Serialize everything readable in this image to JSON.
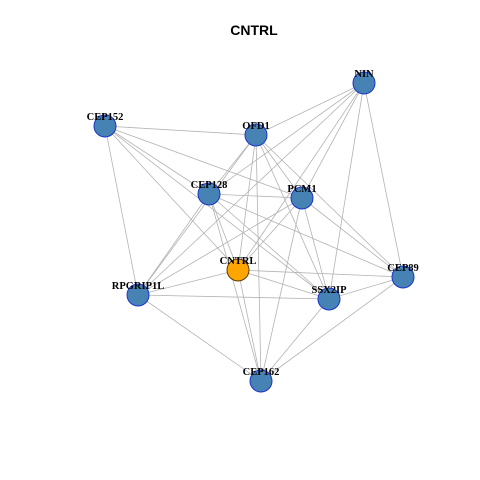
{
  "title": "CNTRL",
  "colors": {
    "hub_fill": "#FFA500",
    "hub_stroke": "#5a3a00",
    "node_fill": "#4682B4",
    "node_stroke": "#1a33cc",
    "edge": "#b3b3b3",
    "label": "#000000"
  },
  "nodes": [
    {
      "id": "NIN",
      "label": "NIN",
      "hub": false
    },
    {
      "id": "CEP152",
      "label": "CEP152",
      "hub": false
    },
    {
      "id": "OFD1",
      "label": "OFD1",
      "hub": false
    },
    {
      "id": "CEP128",
      "label": "CEP128",
      "hub": false
    },
    {
      "id": "PCM1",
      "label": "PCM1",
      "hub": false
    },
    {
      "id": "CNTRL",
      "label": "CNTRL",
      "hub": true
    },
    {
      "id": "CEP89",
      "label": "CEP89",
      "hub": false
    },
    {
      "id": "RPGRIP1L",
      "label": "RPGRIP1L",
      "hub": false
    },
    {
      "id": "SSX2IP",
      "label": "SSX2IP",
      "hub": false
    },
    {
      "id": "CEP162",
      "label": "CEP162",
      "hub": false
    }
  ],
  "edges": [
    [
      "NIN",
      "OFD1"
    ],
    [
      "NIN",
      "CEP128"
    ],
    [
      "NIN",
      "PCM1"
    ],
    [
      "NIN",
      "CNTRL"
    ],
    [
      "NIN",
      "SSX2IP"
    ],
    [
      "NIN",
      "RPGRIP1L"
    ],
    [
      "NIN",
      "CEP89"
    ],
    [
      "CEP152",
      "OFD1"
    ],
    [
      "CEP152",
      "CEP128"
    ],
    [
      "CEP152",
      "PCM1"
    ],
    [
      "CEP152",
      "CNTRL"
    ],
    [
      "CEP152",
      "RPGRIP1L"
    ],
    [
      "CEP152",
      "SSX2IP"
    ],
    [
      "OFD1",
      "CEP128"
    ],
    [
      "OFD1",
      "PCM1"
    ],
    [
      "OFD1",
      "CNTRL"
    ],
    [
      "OFD1",
      "RPGRIP1L"
    ],
    [
      "OFD1",
      "SSX2IP"
    ],
    [
      "OFD1",
      "CEP162"
    ],
    [
      "OFD1",
      "CEP89"
    ],
    [
      "CEP128",
      "PCM1"
    ],
    [
      "CEP128",
      "CNTRL"
    ],
    [
      "CEP128",
      "RPGRIP1L"
    ],
    [
      "CEP128",
      "SSX2IP"
    ],
    [
      "CEP128",
      "CEP162"
    ],
    [
      "CEP128",
      "CEP89"
    ],
    [
      "PCM1",
      "CNTRL"
    ],
    [
      "PCM1",
      "RPGRIP1L"
    ],
    [
      "PCM1",
      "SSX2IP"
    ],
    [
      "PCM1",
      "CEP162"
    ],
    [
      "PCM1",
      "CEP89"
    ],
    [
      "CNTRL",
      "RPGRIP1L"
    ],
    [
      "CNTRL",
      "SSX2IP"
    ],
    [
      "CNTRL",
      "CEP162"
    ],
    [
      "CNTRL",
      "CEP89"
    ],
    [
      "RPGRIP1L",
      "SSX2IP"
    ],
    [
      "RPGRIP1L",
      "CEP162"
    ],
    [
      "SSX2IP",
      "CEP89"
    ],
    [
      "SSX2IP",
      "CEP162"
    ],
    [
      "CEP89",
      "CEP162"
    ]
  ]
}
